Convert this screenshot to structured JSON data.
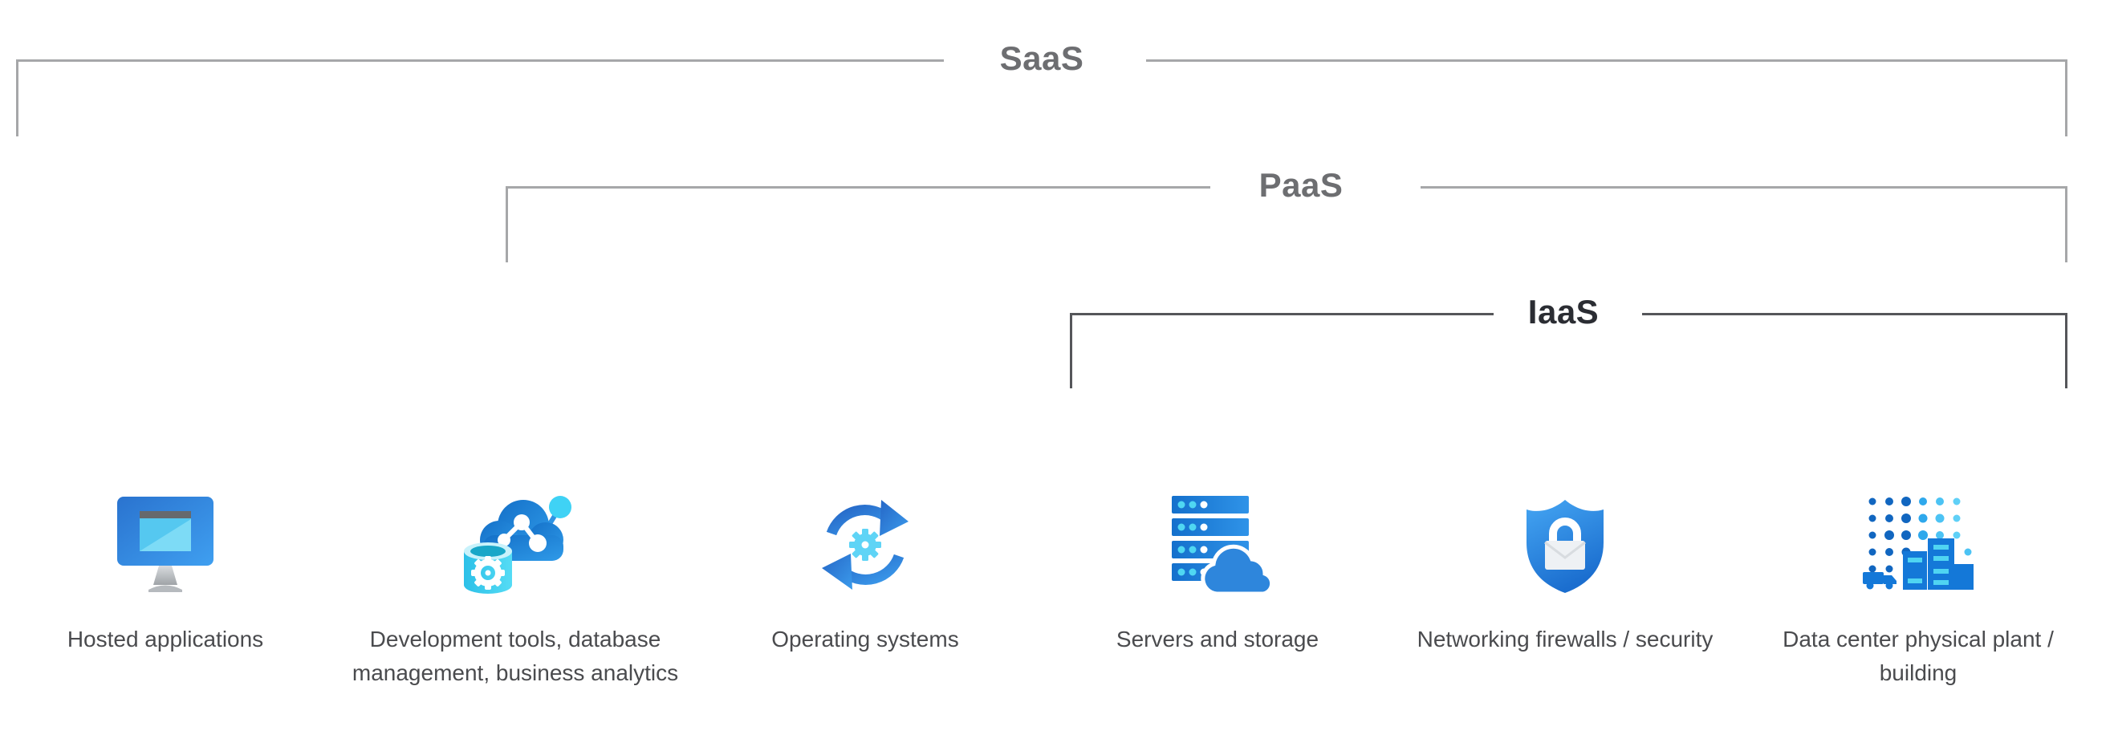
{
  "diagram": {
    "type": "cloud-service-models-comparison",
    "brackets": {
      "saas": {
        "label": "SaaS"
      },
      "paas": {
        "label": "PaaS"
      },
      "iaas": {
        "label": "IaaS"
      }
    },
    "columns": [
      {
        "icon": "monitor-icon",
        "label": "Hosted applications"
      },
      {
        "icon": "cloud-database-icon",
        "label": "Development tools, database management, business analytics"
      },
      {
        "icon": "sync-arrows-icon",
        "label": "Operating systems"
      },
      {
        "icon": "server-cloud-icon",
        "label": "Servers and storage"
      },
      {
        "icon": "shield-lock-icon",
        "label": "Networking firewalls / security"
      },
      {
        "icon": "datacenter-building-icon",
        "label": "Data center physical plant / building"
      }
    ],
    "colors": {
      "light_line": "#a6a7a9",
      "dark_line": "#55565a",
      "bracket_text_gray": "#6d6e71",
      "bracket_text_dark": "#2b2d33",
      "label_text": "#4a4b4e",
      "azure_blue": "#2e86dc",
      "azure_cyan": "#50d6f4"
    }
  }
}
